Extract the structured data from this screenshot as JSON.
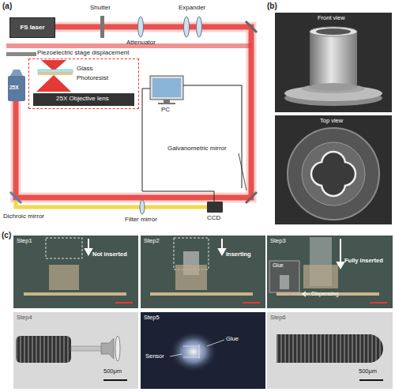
{
  "diagram": {
    "nodes": [
      {
        "text": [
          "FS laser"
        ]
      },
      {
        "text": [
          "Piezoelectric stage displacement",
          "Glass",
          "Photoresist",
          "25X Objective lens"
        ]
      },
      {
        "text": [
          "Front view"
        ]
      },
      {
        "text": [
          "Top view"
        ]
      },
      {
        "text": [
          "Step1",
          "Not inserted"
        ]
      },
      {
        "text": [
          "Step2",
          "Inserting"
        ]
      },
      {
        "text": [
          "Step3",
          "Glue",
          "Fully inserted",
          "Dispensing"
        ]
      },
      {
        "text": [
          "Step4",
          "500μm"
        ]
      },
      {
        "text": [
          "Step5",
          "Sensor",
          "Glue"
        ]
      },
      {
        "text": [
          "Step6",
          "500μm"
        ]
      }
    ],
    "labels": [
      "(a)",
      "Shutter",
      "Attenuator",
      "Expander",
      "25X",
      "PC",
      "Galvanometric mirror",
      "Dichroic mirror",
      "Filter mirror",
      "CCD",
      "(b)",
      "(c)"
    ]
  }
}
